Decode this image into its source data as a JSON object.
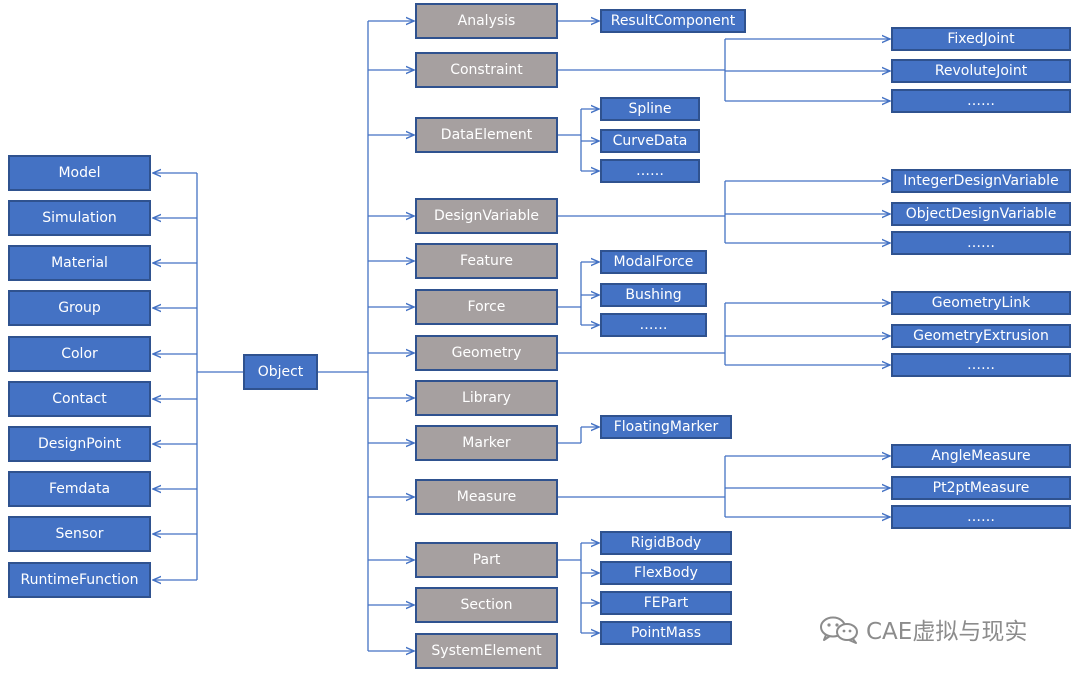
{
  "root": {
    "label": "Object"
  },
  "parents": [
    {
      "label": "Model"
    },
    {
      "label": "Simulation"
    },
    {
      "label": "Material"
    },
    {
      "label": "Group"
    },
    {
      "label": "Color"
    },
    {
      "label": "Contact"
    },
    {
      "label": "DesignPoint"
    },
    {
      "label": "Femdata"
    },
    {
      "label": "Sensor"
    },
    {
      "label": "RuntimeFunction"
    }
  ],
  "children": [
    {
      "label": "Analysis",
      "subs": [
        {
          "label": "ResultComponent"
        }
      ]
    },
    {
      "label": "Constraint",
      "subs": [
        {
          "label": "FixedJoint"
        },
        {
          "label": "RevoluteJoint"
        },
        {
          "label": "……"
        }
      ]
    },
    {
      "label": "DataElement",
      "subs": [
        {
          "label": "Spline"
        },
        {
          "label": "CurveData"
        },
        {
          "label": "……"
        }
      ]
    },
    {
      "label": "DesignVariable",
      "subs": [
        {
          "label": "IntegerDesignVariable"
        },
        {
          "label": "ObjectDesignVariable"
        },
        {
          "label": "……"
        }
      ]
    },
    {
      "label": "Feature",
      "subs": []
    },
    {
      "label": "Force",
      "subs": [
        {
          "label": "ModalForce"
        },
        {
          "label": "Bushing"
        },
        {
          "label": "……"
        }
      ]
    },
    {
      "label": "Geometry",
      "subs": [
        {
          "label": "GeometryLink"
        },
        {
          "label": "GeometryExtrusion"
        },
        {
          "label": "……"
        }
      ]
    },
    {
      "label": "Library",
      "subs": []
    },
    {
      "label": "Marker",
      "subs": [
        {
          "label": "FloatingMarker"
        }
      ]
    },
    {
      "label": "Measure",
      "subs": [
        {
          "label": "AngleMeasure"
        },
        {
          "label": "Pt2ptMeasure"
        },
        {
          "label": "……"
        }
      ]
    },
    {
      "label": "Part",
      "subs": [
        {
          "label": "RigidBody"
        },
        {
          "label": "FlexBody"
        },
        {
          "label": "FEPart"
        },
        {
          "label": "PointMass"
        }
      ]
    },
    {
      "label": "Section",
      "subs": []
    },
    {
      "label": "SystemElement",
      "subs": []
    }
  ],
  "watermark": {
    "text": "CAE虚拟与现实",
    "icon": "wechat-icon"
  },
  "colors": {
    "blue_fill": "#4472c4",
    "gray_fill": "#a6a0a0",
    "border": "#2f528f",
    "line": "#4472c4",
    "watermark": "#8c8c8c"
  }
}
